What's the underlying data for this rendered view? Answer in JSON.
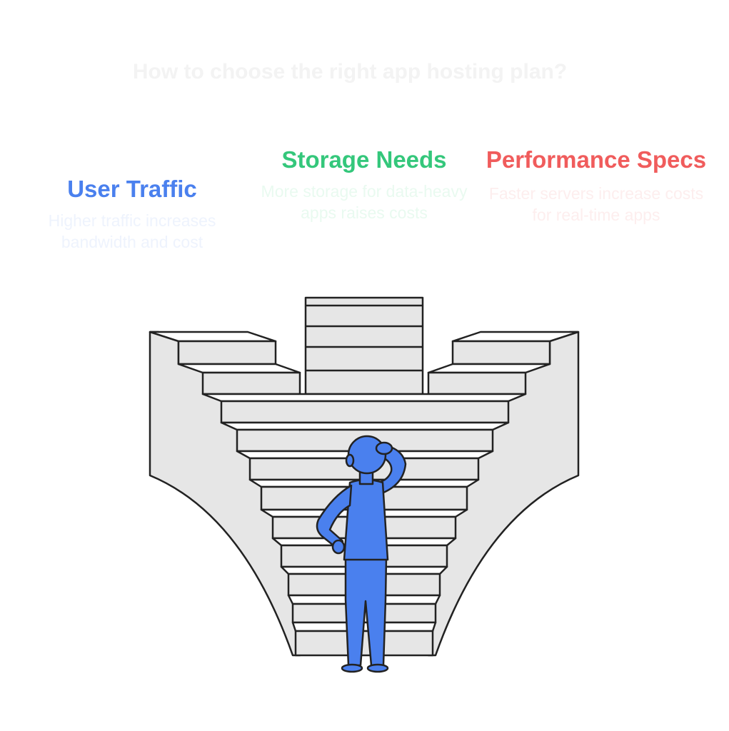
{
  "title": "How to choose the right app hosting plan?",
  "columns": [
    {
      "heading": "User Traffic",
      "description": "Higher traffic increases bandwidth and cost",
      "color": "#4a80ee"
    },
    {
      "heading": "Storage Needs",
      "description": "More storage for data-heavy apps raises costs",
      "color": "#34c77b"
    },
    {
      "heading": "Performance Specs",
      "description": "Faster servers increase costs for real-time apps",
      "color": "#f05c5c"
    }
  ],
  "figure_color": "#4a80ee",
  "stair_color": "#e6e6e6",
  "outline_color": "#222222"
}
